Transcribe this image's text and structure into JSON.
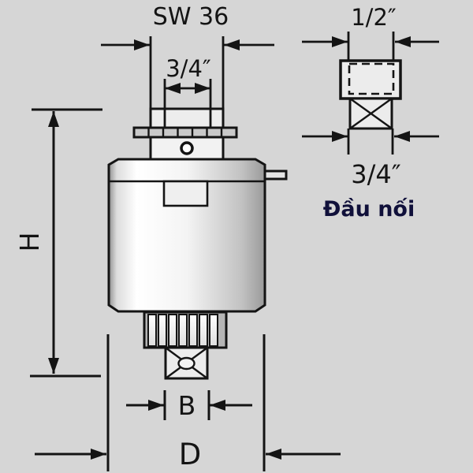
{
  "page": {
    "background_color": "#d6d6d6",
    "line_color": "#141414",
    "fill_light": "#f0f0f0",
    "fill_shaded": "#c9c9c9",
    "caption_color": "#10103a"
  },
  "main_view": {
    "sw_label": "SW 36",
    "top_thread_label": "3/4″",
    "height_label": "H",
    "width_b_label": "B",
    "diameter_d_label": "D"
  },
  "connector_view": {
    "top_size_label": "1/2″",
    "bottom_size_label": "3/4″",
    "caption": "Đầu nối"
  }
}
